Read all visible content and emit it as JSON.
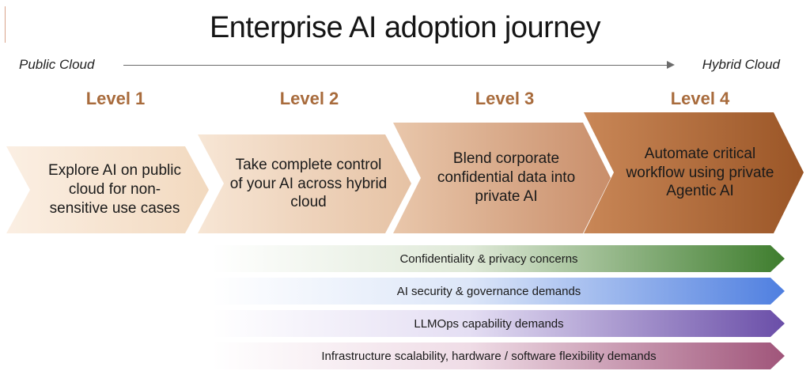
{
  "title": "Enterprise AI adoption journey",
  "axis": {
    "start": "Public Cloud",
    "end": "Hybrid Cloud"
  },
  "levels": [
    {
      "label": "Level 1",
      "text": "Explore AI on public cloud for non-sensitive use cases",
      "color": "#f5dfc6"
    },
    {
      "label": "Level 2",
      "text": "Take complete control of your AI across hybrid cloud",
      "color": "#edd0b5"
    },
    {
      "label": "Level 3",
      "text": "Blend corporate confidential data into private AI",
      "color": "#d9a889"
    },
    {
      "label": "Level 4",
      "text": "Automate critical workflow using private Agentic AI",
      "color": "#a8663a"
    }
  ],
  "demands": [
    {
      "label": "Confidentiality & privacy concerns",
      "color": "#3e7d2d"
    },
    {
      "label": "AI security & governance demands",
      "color": "#4f7fe0"
    },
    {
      "label": "LLMOps capability demands",
      "color": "#6a4ea8"
    },
    {
      "label": "Infrastructure scalability, hardware / software flexibility demands",
      "color": "#a0557a"
    }
  ]
}
